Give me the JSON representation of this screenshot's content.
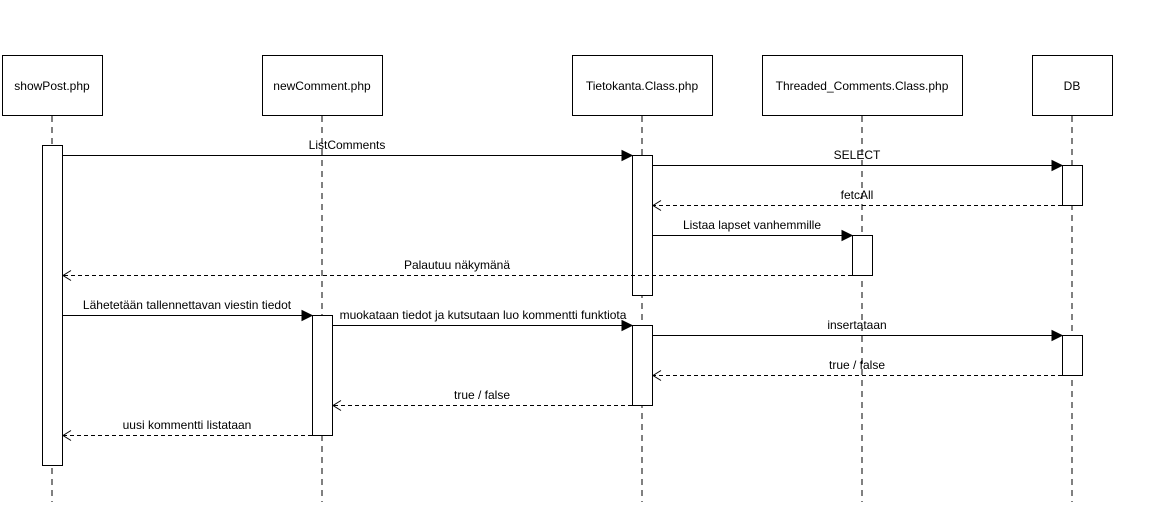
{
  "participants": [
    {
      "id": "showpost",
      "label": "showPost.php"
    },
    {
      "id": "newcomment",
      "label": "newComment.php"
    },
    {
      "id": "tietokanta",
      "label": "Tietokanta.Class.php"
    },
    {
      "id": "threaded",
      "label": "Threaded_Comments.Class.php"
    },
    {
      "id": "db",
      "label": "DB"
    }
  ],
  "messages": [
    {
      "from": "showpost",
      "to": "tietokanta",
      "label": "ListComments",
      "kind": "call"
    },
    {
      "from": "tietokanta",
      "to": "db",
      "label": "SELECT",
      "kind": "call"
    },
    {
      "from": "db",
      "to": "tietokanta",
      "label": "fetcAll",
      "kind": "return"
    },
    {
      "from": "tietokanta",
      "to": "threaded",
      "label": "Listaa lapset vanhemmille",
      "kind": "call"
    },
    {
      "from": "threaded",
      "to": "showpost",
      "label": "Palautuu näkymänä",
      "kind": "return"
    },
    {
      "from": "showpost",
      "to": "newcomment",
      "label": "Lähetetään tallennettavan viestin tiedot",
      "kind": "call"
    },
    {
      "from": "newcomment",
      "to": "tietokanta",
      "label": "muokataan tiedot ja kutsutaan luo kommentti funktiota",
      "kind": "call"
    },
    {
      "from": "tietokanta",
      "to": "db",
      "label": "insertataan",
      "kind": "call"
    },
    {
      "from": "db",
      "to": "tietokanta",
      "label": "true / false",
      "kind": "return"
    },
    {
      "from": "tietokanta",
      "to": "newcomment",
      "label": "true / false",
      "kind": "return"
    },
    {
      "from": "newcomment",
      "to": "showpost",
      "label": "uusi kommentti listataan",
      "kind": "return"
    }
  ]
}
